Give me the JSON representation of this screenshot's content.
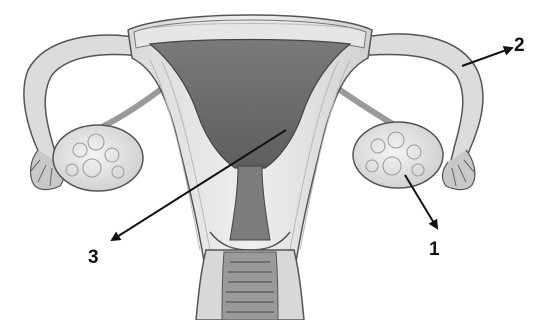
{
  "labels": {
    "one": "1",
    "two": "2",
    "three": "3"
  },
  "colors": {
    "tissue_light": "#e4e4e4",
    "tissue_mid": "#cfcfcf",
    "tissue_dark": "#8e8e8e",
    "cavity": "#6e6e6e",
    "outline": "#555555",
    "arrow": "#111111"
  }
}
